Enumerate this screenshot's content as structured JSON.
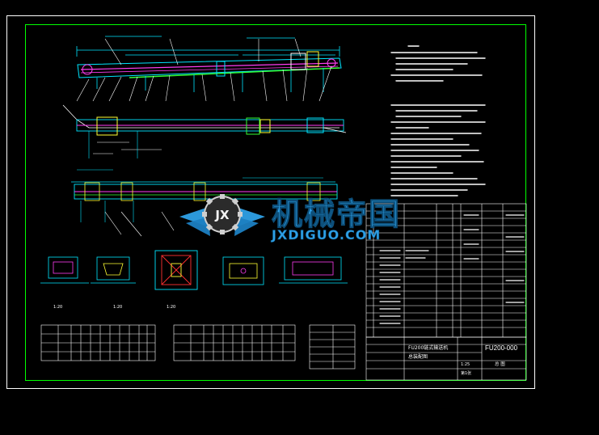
{
  "drawing": {
    "title_block": {
      "drawing_no": "FU200-000",
      "title_lines": [
        "FU200链式输送机",
        "总装配图"
      ],
      "part_no_header": "总 图",
      "scale_label": "1:25",
      "sheet_label": "第1张"
    },
    "views": {
      "section_scales": [
        "1:20",
        "1:20",
        "1:20"
      ]
    },
    "watermark": {
      "text_cn": "机械帝国",
      "text_en": "JXDIGUO.COM",
      "badge": "JX"
    }
  },
  "colors": {
    "background": "#000000",
    "frame": "#ffffff",
    "border": "#00ff00",
    "cyan": "#00e5ff",
    "magenta": "#ff3df2",
    "yellow": "#ffff33",
    "green": "#33ff33",
    "red": "#ff3030",
    "blue": "#4a7dff",
    "watermark_blue": "#2ea0e6"
  }
}
